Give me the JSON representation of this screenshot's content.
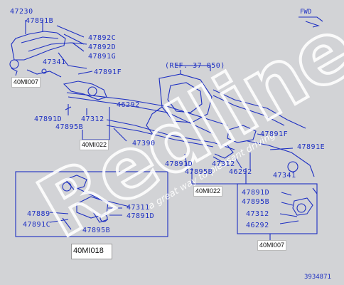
{
  "parts": {
    "p47230": "47230",
    "p47891B_top": "47891B",
    "p47892C": "47892C",
    "p47892D": "47892D",
    "p47891G": "47891G",
    "p47341_top": "47341",
    "p47891F_top": "47891F",
    "p46292_mid": "46292",
    "p47891D_left": "47891D",
    "p47312_left": "47312",
    "p47895B_left": "47895B",
    "p47390": "47390",
    "p47891F_right": "47891F",
    "p47891E": "47891E",
    "p47891D_center": "47891D",
    "p47312_center": "47312",
    "p47895B_center": "47895B",
    "p46292_center": "46292",
    "p47341_right": "47341",
    "p47311": "47311",
    "p47889": "47889",
    "p47891D_inset": "47891D",
    "p47891C": "47891C",
    "p47895B_inset": "47895B",
    "p47891D_br": "47891D",
    "p47895B_br": "47895B",
    "p47312_br": "47312",
    "p46292_br": "46292"
  },
  "reference": "(REF. 37-050)",
  "fwd_label": "FWD",
  "diagram_code": "3934871",
  "tags": {
    "t40MI007_top": "40MI007",
    "t40MI022_left": "40MI022",
    "t40MI022_center": "40MI022",
    "t40MI007_bottom": "40MI007",
    "t40MI018": "40MI018"
  },
  "watermark": {
    "brand": "Redline",
    "tagline": "a great way to pleasant driving"
  },
  "colors": {
    "background": "#d2d3d6",
    "ink": "#1d2fc2",
    "watermark": "#ffffff"
  }
}
